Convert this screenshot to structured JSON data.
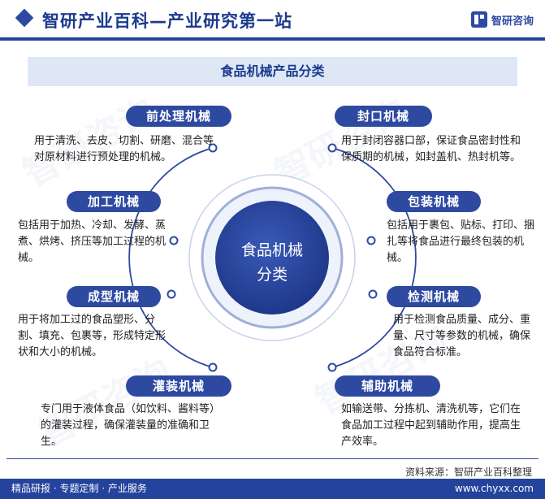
{
  "header": {
    "title": "智研产业百科—产业研究第一站",
    "logo_text": "智研咨询"
  },
  "banner": {
    "title": "食品机械产品分类"
  },
  "center": {
    "line1": "食品机械",
    "line2": "分类"
  },
  "watermark_text": "智研咨询",
  "categories": [
    {
      "label": "前处理机械",
      "desc": "用于清洗、去皮、切割、研磨、混合等对原材料进行预处理的机械。"
    },
    {
      "label": "封口机械",
      "desc": "用于封闭容器口部，保证食品密封性和保质期的机械，如封盖机、热封机等。"
    },
    {
      "label": "加工机械",
      "desc": "包括用于加热、冷却、发酵、蒸煮、烘烤、挤压等加工过程的机械。"
    },
    {
      "label": "包装机械",
      "desc": "包括用于裹包、贴标、打印、捆扎等将食品进行最终包装的机械。"
    },
    {
      "label": "成型机械",
      "desc": "用于将加工过的食品塑形、分割、填充、包裹等，形成特定形状和大小的机械。"
    },
    {
      "label": "检测机械",
      "desc": "用于检测食品质量、成分、重量、尺寸等参数的机械，确保食品符合标准。"
    },
    {
      "label": "灌装机械",
      "desc": "专门用于液体食品（如饮料、酱料等）的灌装过程，确保灌装量的准确和卫生。"
    },
    {
      "label": "辅助机械",
      "desc": "如输送带、分拣机、清洗机等，它们在食品加工过程中起到辅助作用，提高生产效率。"
    }
  ],
  "footer": {
    "source": "资料来源：智研产业百科整理",
    "left": "精品研报 · 专题定制 · 产业服务",
    "right": "www.chyxx.com"
  },
  "colors": {
    "primary": "#2e4aa0",
    "dark": "#1d3b8f",
    "banner_bg": "#dde7f6"
  }
}
